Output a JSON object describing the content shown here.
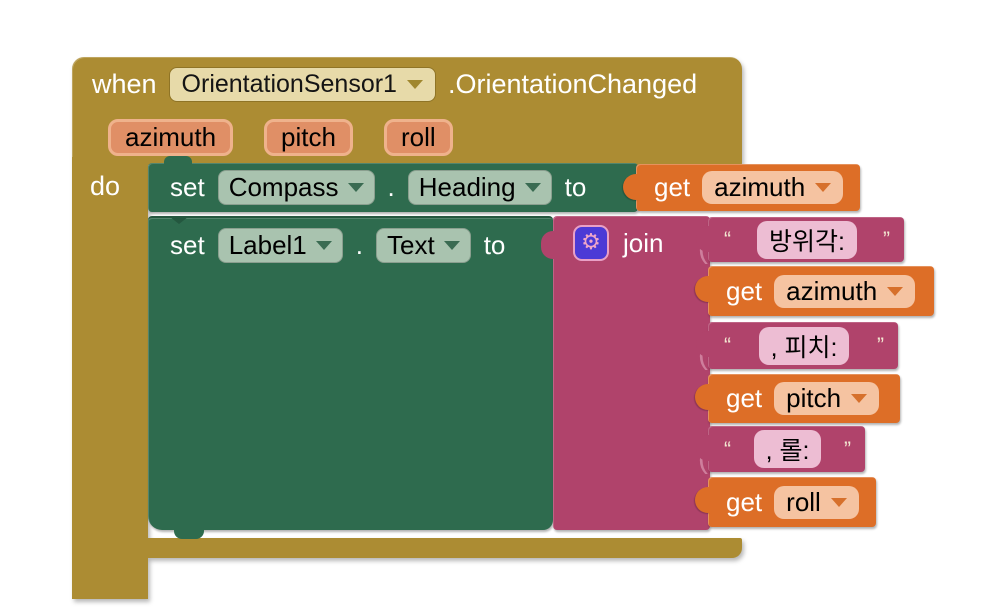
{
  "colors": {
    "olive_block": "#AC8C33",
    "green_block": "#2E6B4E",
    "magenta_block": "#B0436B",
    "orange_block": "#DD6E27",
    "param_chip": "#E08F66",
    "component_capsule": "#E7DAA9",
    "property_capsule": "#A9C3AF",
    "variable_capsule": "#F5C3A1",
    "string_capsule": "#EDBDD3",
    "gear_icon_bg": "#4C3AD6"
  },
  "event_block": {
    "keyword": "when",
    "component": "OrientationSensor1",
    "event_name": ".OrientationChanged",
    "params": [
      "azimuth",
      "pitch",
      "roll"
    ],
    "do_label": "do"
  },
  "statements": [
    {
      "keyword": "set",
      "component": "Compass",
      "dot": ".",
      "property": "Heading",
      "to_label": "to"
    },
    {
      "keyword": "set",
      "component": "Label1",
      "dot": ".",
      "property": "Text",
      "to_label": "to"
    }
  ],
  "get_keyword": "get",
  "top_value": {
    "variable": "azimuth"
  },
  "join": {
    "label": "join",
    "gear_icon_char": "⚙",
    "open_quote": "“",
    "close_quote": "”",
    "items": [
      {
        "type": "text",
        "value": "방위각:"
      },
      {
        "type": "get",
        "variable": "azimuth"
      },
      {
        "type": "text",
        "value": ", 피치:"
      },
      {
        "type": "get",
        "variable": "pitch"
      },
      {
        "type": "text",
        "value": ", 롤:"
      },
      {
        "type": "get",
        "variable": "roll"
      }
    ]
  }
}
